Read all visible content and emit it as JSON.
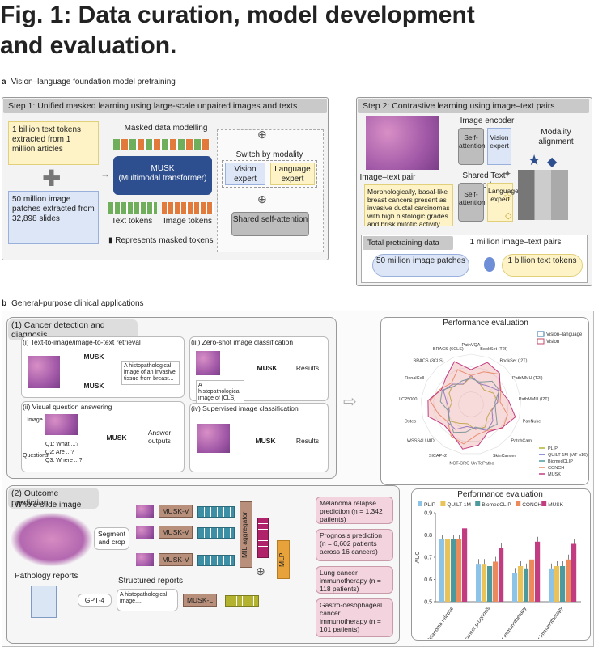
{
  "title_line1": "Fig. 1: Data curation, model development",
  "title_line2": "and evaluation.",
  "a": {
    "letter": "a",
    "label": "Vision–language foundation model pretraining",
    "step1": "Step 1: Unified masked learning using large-scale unpaired images and texts",
    "text_tokens_box": "1 billion text tokens extracted from 1 million articles",
    "image_patches_box": "50 million image patches extracted from 32,898 slides",
    "masked_modelling": "Masked data modelling",
    "musk_line1": "MUSK",
    "musk_line2": "(Multimodal transformer)",
    "text_tokens": "Text tokens",
    "image_tokens": "Image tokens",
    "masked_legend": "Represents masked tokens",
    "switch": "Switch by modality",
    "vision_expert": "Vision expert",
    "language_expert": "Language expert",
    "shared_sa": "Shared self-attention",
    "step2": "Step 2: Contrastive learning using image–text pairs",
    "image_encoder": "Image encoder",
    "self_attention": "Self-attention",
    "vision_expert_v": "Vision expert",
    "modality_alignment": "Modality alignment",
    "image_text_pair": "Image–text pair",
    "shared_text_encoder": "Shared Text encoder",
    "caption": "Morphologically, basal-like breast cancers present as invasive ductal carcinomas with high histologic grades and brisk mitotic activity.",
    "language_expert_v": "Language expert",
    "total_data": "Total pretraining data",
    "pairs": "1 million image–text pairs",
    "patches_total": "50 million image patches",
    "tokens_total": "1 billion text tokens"
  },
  "b": {
    "letter": "b",
    "label": "General-purpose clinical applications",
    "cancer_title": "(1) Cancer detection and diagnosis",
    "retrieval": "(i) Text-to-image/image-to-text retrieval",
    "musk": "MUSK",
    "retrieval_text": "A histopathological image of an invasive tissue from breast...",
    "zeroshot": "(iii) Zero-shot image classification",
    "zeroshot_text": "A histopathological image of [CLS]",
    "results": "Results",
    "vqa": "(ii) Visual question answering",
    "image_label": "Image",
    "questions_label": "Questions",
    "q1": "Q1: What ...?",
    "q2": "Q2: Are ...?",
    "q3": "Q3: Where ...?",
    "answer": "Answer outputs",
    "supervised": "(iv) Supervised image classification",
    "perf_eval": "Performance evaluation",
    "radar_legend": [
      "Vision–language",
      "Vision"
    ],
    "radar_labels": [
      "PathVQA",
      "BookSet (T2I)",
      "BookSet (I2T)",
      "PathMMU (T2I)",
      "PathMMU (I2T)",
      "PanNuke",
      "PatchCam",
      "SkinCancer",
      "UniToPatho",
      "NCT-CRC",
      "SICAPv2",
      "WSSS4LUAD",
      "Osteo",
      "LC25000",
      "RenalCell",
      "BRACS (3CLS)",
      "BRACS (6CLS)"
    ],
    "model_legend": [
      "PLIP",
      "QUILT-1M (ViT-b16)",
      "BiomedCLIP",
      "CONCH",
      "MUSK"
    ],
    "outcome_title": "(2) Outcome prediction",
    "wsi": "Whole-slide image",
    "segment": "Segment and crop",
    "musk_v": "MUSK-V",
    "mil": "MIL aggregator",
    "mlp": "MLP",
    "reports": "Pathology reports",
    "gpt4": "GPT-4",
    "structured": "Structured reports",
    "struct_text": "A histopathological image....",
    "musk_l": "MUSK-L",
    "melanoma": "Melanoma relapse prediction (n = 1,342 patients)",
    "prognosis": "Prognosis prediction (n = 6,602 patients across 16 cancers)",
    "lung": "Lung cancer immunotherapy (n = 118 patients)",
    "gastro": "Gastro-oesophageal cancer immunotherapy (n = 101 patients)",
    "perf_eval2": "Performance evaluation"
  },
  "chart_data": {
    "type": "bar",
    "categories": [
      "Melanoma relapse",
      "Pan-cancer prognosis",
      "Lung cancer immunotherapy",
      "Gastric cancer immunotherapy"
    ],
    "series": [
      {
        "name": "PLIP",
        "color": "#8ec3e8",
        "values": [
          0.78,
          0.67,
          0.63,
          0.65
        ]
      },
      {
        "name": "QUILT-1M",
        "color": "#e9c25a",
        "values": [
          0.78,
          0.67,
          0.66,
          0.66
        ]
      },
      {
        "name": "BiomedCLIP",
        "color": "#4d9a9e",
        "values": [
          0.78,
          0.66,
          0.65,
          0.66
        ]
      },
      {
        "name": "CONCH",
        "color": "#ec8a5c",
        "values": [
          0.78,
          0.68,
          0.69,
          0.69
        ]
      },
      {
        "name": "MUSK",
        "color": "#c23c82",
        "values": [
          0.83,
          0.74,
          0.77,
          0.76
        ]
      }
    ],
    "ylabel": "AUC",
    "yticks": [
      "0.5",
      "0.6",
      "0.7",
      "0.8",
      "0.9"
    ],
    "ylim": [
      0.5,
      0.9
    ]
  }
}
